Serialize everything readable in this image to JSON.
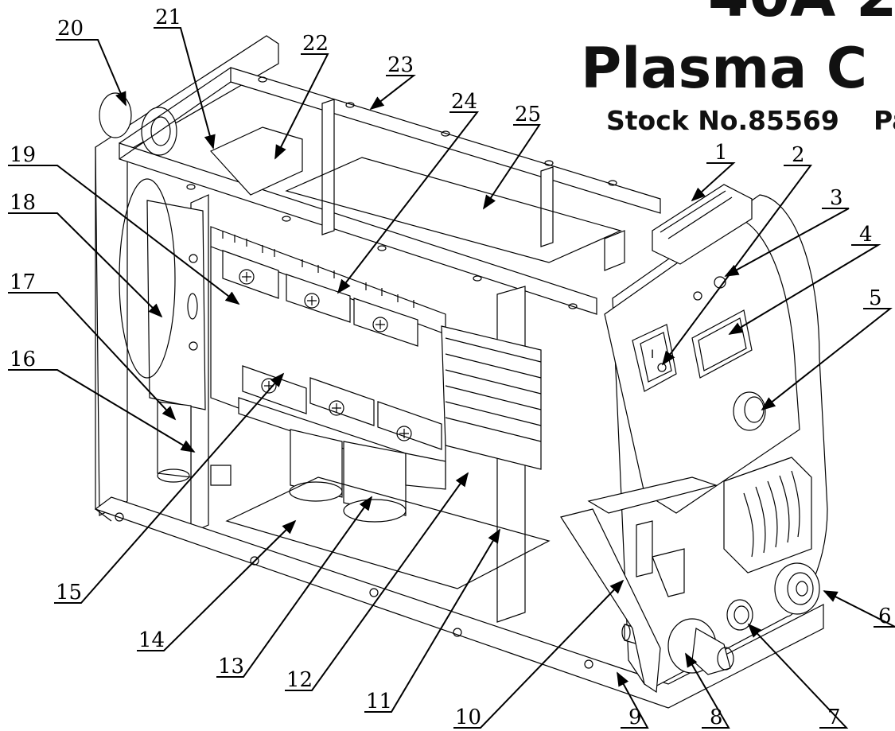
{
  "header": {
    "title_line1": "40A 2",
    "title_line2": "Plasma C",
    "subtitle": "Stock No.85569",
    "subtitle_tail": "Pa"
  },
  "callouts": [
    {
      "id": "1",
      "text": "1"
    },
    {
      "id": "2",
      "text": "2"
    },
    {
      "id": "3",
      "text": "3"
    },
    {
      "id": "4",
      "text": "4"
    },
    {
      "id": "5",
      "text": "5"
    },
    {
      "id": "6",
      "text": "6"
    },
    {
      "id": "7",
      "text": "7"
    },
    {
      "id": "8",
      "text": "8"
    },
    {
      "id": "9",
      "text": "9"
    },
    {
      "id": "10",
      "text": "10"
    },
    {
      "id": "11",
      "text": "11"
    },
    {
      "id": "12",
      "text": "12"
    },
    {
      "id": "13",
      "text": "13"
    },
    {
      "id": "14",
      "text": "14"
    },
    {
      "id": "15",
      "text": "15"
    },
    {
      "id": "16",
      "text": "16"
    },
    {
      "id": "17",
      "text": "17"
    },
    {
      "id": "18",
      "text": "18"
    },
    {
      "id": "19",
      "text": "19"
    },
    {
      "id": "20",
      "text": "20"
    },
    {
      "id": "21",
      "text": "21"
    },
    {
      "id": "22",
      "text": "22"
    },
    {
      "id": "23",
      "text": "23"
    },
    {
      "id": "24",
      "text": "24"
    },
    {
      "id": "25",
      "text": "25"
    }
  ],
  "switch_mark": "I"
}
